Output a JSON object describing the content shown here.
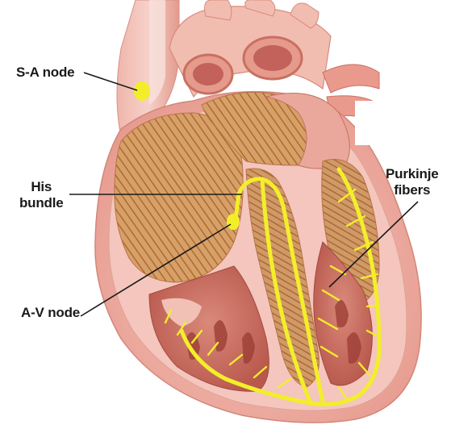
{
  "labels": {
    "sa_node": "S-A node",
    "his_line1": "His",
    "his_line2": "bundle",
    "av_node": "A-V node",
    "purkinje_line1": "Purkinje",
    "purkinje_line2": "fibers"
  },
  "colors": {
    "background": "#ffffff",
    "heart_outer": "#f0b3aa",
    "heart_wall": "#e48a7e",
    "muscle_stripes": "#c47a2e",
    "conduction_yellow": "#f3ee2a",
    "label_text": "#1a1a1a"
  }
}
